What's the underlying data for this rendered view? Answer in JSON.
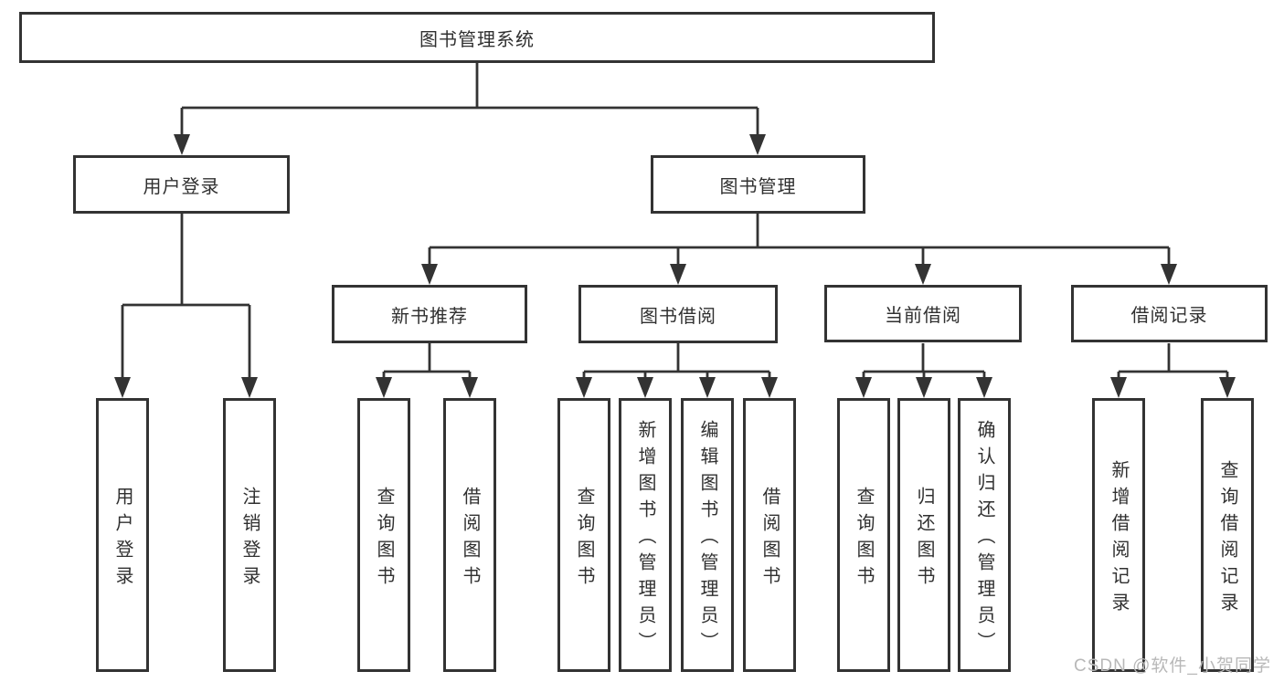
{
  "colors": {
    "line": "#333333",
    "box_border": "#333333",
    "box_fill": "#ffffff",
    "text": "#303030",
    "watermark": "#b8b8b8"
  },
  "diagram": {
    "root": {
      "label": "图书管理系统"
    },
    "level2": [
      {
        "label": "用户登录"
      },
      {
        "label": "图书管理"
      }
    ],
    "level3": [
      {
        "label": "新书推荐",
        "parent": "图书管理"
      },
      {
        "label": "图书借阅",
        "parent": "图书管理"
      },
      {
        "label": "当前借阅",
        "parent": "图书管理"
      },
      {
        "label": "借阅记录",
        "parent": "图书管理"
      }
    ],
    "leaves": [
      {
        "label": "用户登录",
        "parent": "用户登录"
      },
      {
        "label": "注销登录",
        "parent": "用户登录"
      },
      {
        "label": "查询图书",
        "parent": "新书推荐"
      },
      {
        "label": "借阅图书",
        "parent": "新书推荐"
      },
      {
        "label": "查询图书",
        "parent": "图书借阅"
      },
      {
        "label": "新增图书（管理员）",
        "parent": "图书借阅"
      },
      {
        "label": "编辑图书（管理员）",
        "parent": "图书借阅"
      },
      {
        "label": "借阅图书",
        "parent": "图书借阅"
      },
      {
        "label": "查询图书",
        "parent": "当前借阅"
      },
      {
        "label": "归还图书",
        "parent": "当前借阅"
      },
      {
        "label": "确认归还（管理员）",
        "parent": "当前借阅"
      },
      {
        "label": "新增借阅记录",
        "parent": "借阅记录"
      },
      {
        "label": "查询借阅记录",
        "parent": "借阅记录"
      }
    ],
    "watermark": "CSDN @软件_小贺同学"
  }
}
